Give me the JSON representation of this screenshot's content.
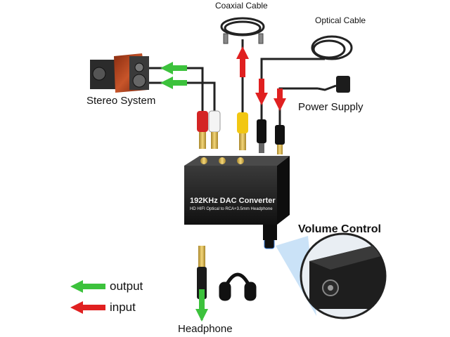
{
  "labels": {
    "coaxial_cable": "Coaxial Cable",
    "optical_cable": "Optical Cable",
    "stereo_system": "Stereo System",
    "power_supply": "Power Supply",
    "volume_control": "Volume Control",
    "headphone": "Headphone"
  },
  "device": {
    "title": "192KHz  DAC Converter",
    "subtitle": "HD HIFI Optical to RCA+3.5mm Headphone"
  },
  "legend": {
    "output": "output",
    "input": "input"
  },
  "colors": {
    "output_arrow": "#3cc23c",
    "input_arrow": "#e02020",
    "device_body": "#1a1a1a",
    "cable": "#222222"
  }
}
